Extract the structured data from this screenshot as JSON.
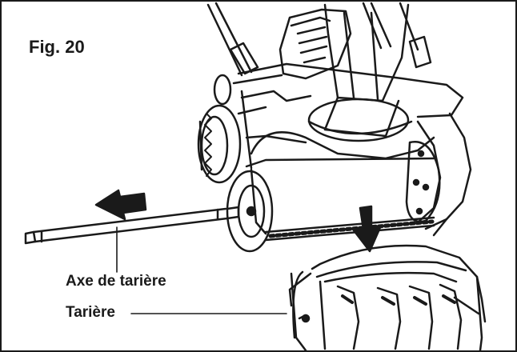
{
  "figure": {
    "title": "Fig. 20",
    "labels": {
      "auger_shaft": "Axe de tarière",
      "auger": "Tarière"
    }
  },
  "colors": {
    "ink": "#1a1a1a",
    "paper": "#ffffff",
    "shade": "#9a9a9a"
  },
  "icons": [
    "arrow-left-icon",
    "arrow-down-icon"
  ]
}
